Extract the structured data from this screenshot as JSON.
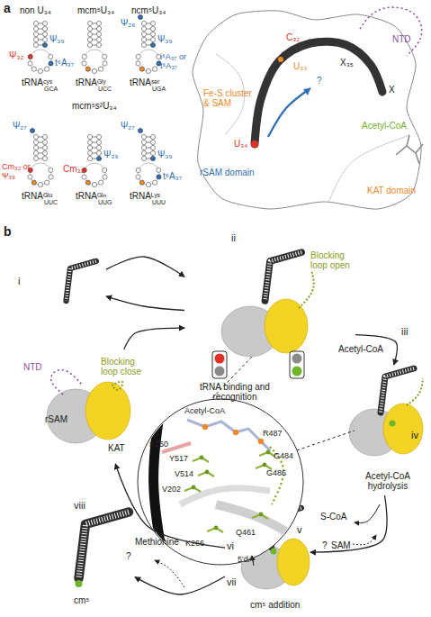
{
  "diagram": {
    "nodes": [
      {
        "text": [
          "i"
        ]
      },
      {
        "text": [
          "ii",
          "Blocking loop open",
          "tRNA binding and recognition"
        ]
      },
      {
        "text": [
          "iv",
          "Acetyl-CoA hydrolysis"
        ]
      },
      {
        "text": [
          "v",
          "vi",
          "5′dA",
          "vii",
          "cm⁵ addition"
        ]
      },
      {
        "text": [
          "viii",
          "cm⁵"
        ]
      },
      {
        "text": [
          "NTD",
          "Blocking loop close",
          "rSAM",
          "KAT"
        ]
      }
    ],
    "edges": [
      {
        "from": 0,
        "to": 1,
        "arrow": "to"
      },
      {
        "from": 1,
        "to": 0,
        "arrow": "to"
      },
      {
        "from": 1,
        "to": 2,
        "label": "iii",
        "arrow": "to"
      },
      {
        "from": 2,
        "to": 3,
        "arrow": "to"
      },
      {
        "from": 3,
        "to": 4,
        "arrow": "to"
      },
      {
        "from": 3,
        "to": 5,
        "arrow": "to"
      },
      {
        "from": 5,
        "to": 1,
        "arrow": "to"
      }
    ],
    "labels": [
      "a",
      "non U₃₄",
      "mcm⁵U₃₄",
      "ncm⁵U₃₄",
      "Ψ₃₂",
      "Ψ₃₉",
      "t⁶A₃₇",
      "tRNAᶜʸˢ",
      "GCA",
      "tRNAᴳˡʸ",
      "UCC",
      "Ψ₂₆",
      "Ψ₃₉",
      "i⁶A₃₇ or t⁶A₃₇",
      "tRNAˢᵉʳ",
      "UGA",
      "mcm⁵s²U₃₄",
      "Ψ₂₇",
      "Cm₃₂ or Ψ₃₉",
      "tRNAᴳˡᵘ",
      "UUC",
      "Cm₃₂",
      "Ψ₃₉",
      "tRNAᴳˡⁿ",
      "UUG",
      "Ψ₂₇",
      "Ψ₃₉",
      "t⁶A₃₇",
      "tRNAᴸʸˢ",
      "UUU",
      "NTD",
      "C₃₂",
      "U₃₃",
      "X₃₅",
      "X",
      "?",
      "U₃₄",
      "Fe-S cluster & SAM",
      "rSAM domain",
      "Acetyl-CoA",
      "KAT domain",
      "b",
      "Acetyl-CoA",
      "S-CoA",
      "?",
      "SAM",
      "Methionine",
      "?",
      "Acetyl-CoA",
      "R487",
      "K150",
      "Y517",
      "G484",
      "G486",
      "V514",
      "V202",
      "Q461",
      "K266"
    ]
  }
}
